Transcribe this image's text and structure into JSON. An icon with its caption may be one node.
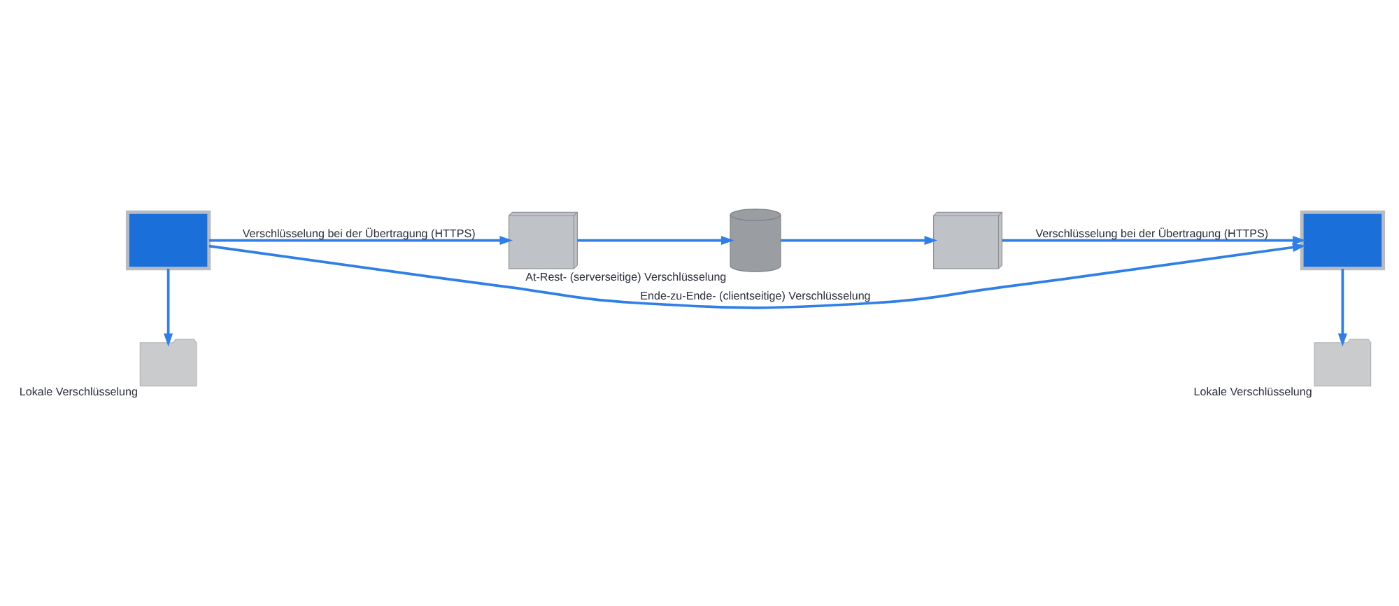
{
  "diagram": {
    "nodes": [
      {
        "text": [],
        "shape": "laptop"
      },
      {
        "text": [],
        "shape": "server"
      },
      {
        "text": [],
        "shape": "cylinder",
        "beside": [
          "At-Rest- (serverseitige) Verschlüsselung"
        ]
      },
      {
        "text": [],
        "shape": "server"
      },
      {
        "text": [],
        "shape": "laptop"
      },
      {
        "text": [],
        "shape": "folder",
        "beside": [
          "Lokale Verschlüsselung"
        ]
      },
      {
        "text": [],
        "shape": "folder",
        "beside": [
          "Lokale Verschlüsselung"
        ]
      }
    ],
    "edges": [
      {
        "from": 0,
        "to": 4,
        "arrow": "to",
        "label": "Ende-zu-Ende- (clientseitige) Verschlüsselung"
      },
      {
        "from": 0,
        "to": 1,
        "arrow": "to",
        "label": "Verschlüsselung bei der Übertragung (HTTPS)"
      },
      {
        "from": 1,
        "to": 2,
        "arrow": "to"
      },
      {
        "from": 2,
        "to": 3,
        "arrow": "to"
      },
      {
        "from": 3,
        "to": 4,
        "arrow": "to",
        "label": "Verschlüsselung bei der Übertragung (HTTPS)"
      },
      {
        "from": 0,
        "to": 5,
        "arrow": "to"
      },
      {
        "from": 4,
        "to": 6,
        "arrow": "to"
      }
    ]
  }
}
